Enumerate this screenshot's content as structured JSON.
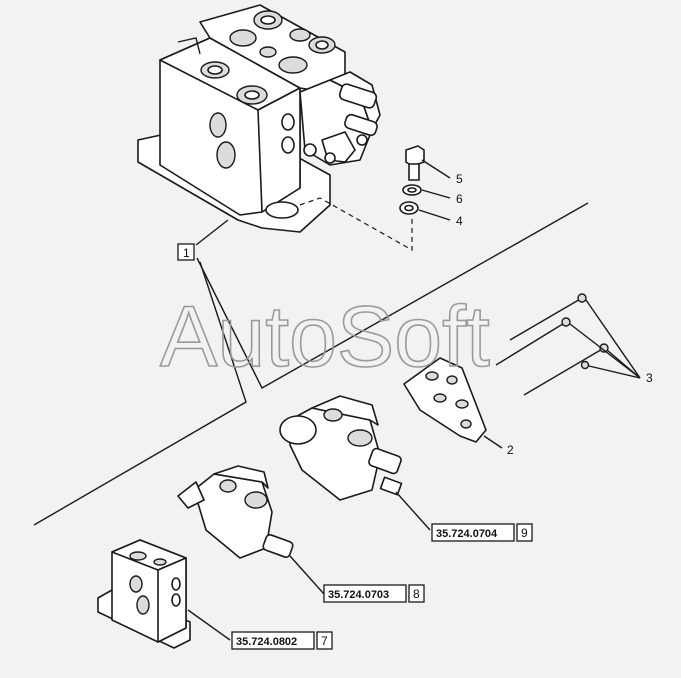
{
  "watermark": "AutoSoft",
  "callouts": {
    "c1": "1",
    "c2": "2",
    "c3": "3",
    "c4": "4",
    "c5": "5",
    "c6": "6"
  },
  "refs": [
    {
      "code": "35.724.0704",
      "num": "9"
    },
    {
      "code": "35.724.0703",
      "num": "8"
    },
    {
      "code": "35.724.0802",
      "num": "7"
    }
  ]
}
